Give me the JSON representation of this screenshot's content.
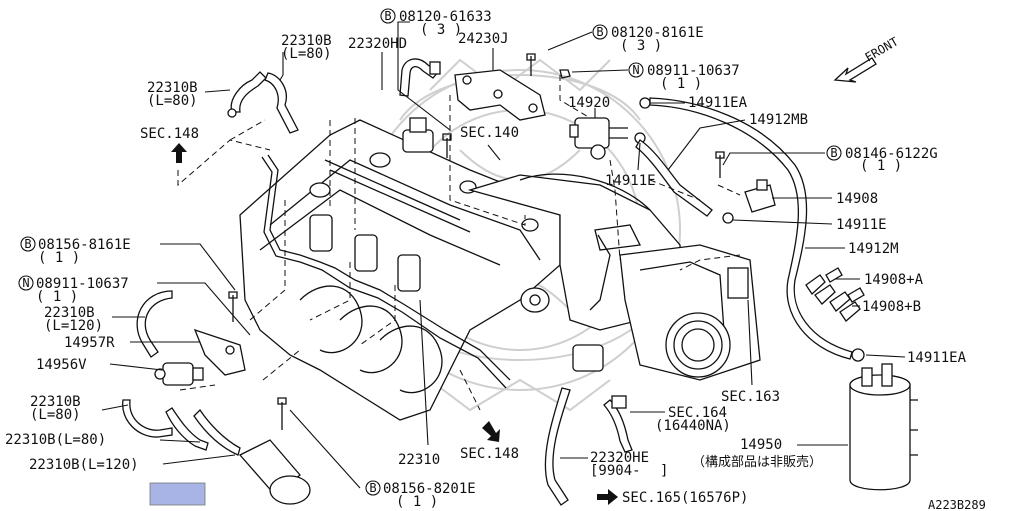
{
  "diagram_code": "A223B289",
  "front_label": "FRONT",
  "japanese_note": "（構成部品は非販売）",
  "labels": {
    "b_08120_61633": "08120-61633",
    "b_08120_61633_qty": "( 3 )",
    "p22310B_top": "22310B",
    "p22310B_top_sub": "(L=80)",
    "p22320HD": "22320HD",
    "p24230J": "24230J",
    "b_08120_8161E": "08120-8161E",
    "b_08120_8161E_qty": "( 3 )",
    "n_08911_10637_top": "08911-10637",
    "n_08911_10637_top_qty": "( 1 )",
    "p22310B_left": "22310B",
    "p22310B_left_sub": "(L=80)",
    "sec148_top": "SEC.148",
    "p14920": "14920",
    "p14911EA_top": "14911EA",
    "p14912MB": "14912MB",
    "sec140": "SEC.140",
    "b_08146_6122G": "08146-6122G",
    "b_08146_6122G_qty": "( 1 )",
    "p14911E_mid": "14911E",
    "p14908": "14908",
    "p14911E_right": "14911E",
    "b_08156_8161E": "08156-8161E",
    "b_08156_8161E_qty": "( 1 )",
    "p14912M": "14912M",
    "n_08911_10637_left": "08911-10637",
    "n_08911_10637_left_qty": "( 1 )",
    "p14908A": "14908+A",
    "p22310B_120": "22310B",
    "p22310B_120_sub": "(L=120)",
    "p14908B": "14908+B",
    "p14957R": "14957R",
    "p14956V": "14956V",
    "p14911EA_right": "14911EA",
    "sec163": "SEC.163",
    "p22310B_lower": "22310B",
    "p22310B_lower_sub": "(L=80)",
    "sec164": "SEC.164",
    "sec164_sub": "(16440NA)",
    "p22310B_L80_inline": "22310B(L=80)",
    "p14950": "14950",
    "p22310": "22310",
    "sec148_bottom": "SEC.148",
    "p22320HE": "22320HE",
    "p22320HE_sub": "[9904-",
    "p22320HE_close": "]",
    "p22310B_L120_inline": "22310B(L=120)",
    "b_08156_8201E": "08156-8201E",
    "b_08156_8201E_qty": "( 1 )",
    "sec165": "SEC.165(16576P)"
  },
  "markers": {
    "bolt": "B",
    "nut": "N"
  },
  "colors": {
    "line": "#111111",
    "watermark": "#cfcfcf",
    "highlight_swatch": "#a9b4e6"
  },
  "icons": [
    "front-arrow-icon",
    "up-arrow-icon",
    "down-arrow-icon",
    "right-arrow-icon",
    "bolt-marker-icon",
    "nut-marker-icon"
  ]
}
